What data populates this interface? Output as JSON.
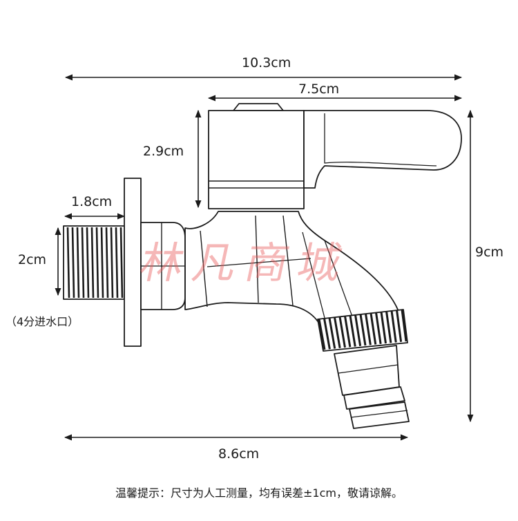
{
  "dimensions": {
    "overall_length": "10.3cm",
    "body_length": "7.5cm",
    "handle_height": "2.9cm",
    "thread_length": "1.8cm",
    "thread_height": "2cm",
    "inlet_note": "（4分进水口）",
    "total_height": "9cm",
    "base_length": "8.6cm"
  },
  "footer_note": "温馨提示：尺寸为人工测量，均有误差±1cm，敬请谅解。",
  "watermark": "林凡商城",
  "colors": {
    "line": "#1a1a1a",
    "watermark": "#e85f5f"
  }
}
